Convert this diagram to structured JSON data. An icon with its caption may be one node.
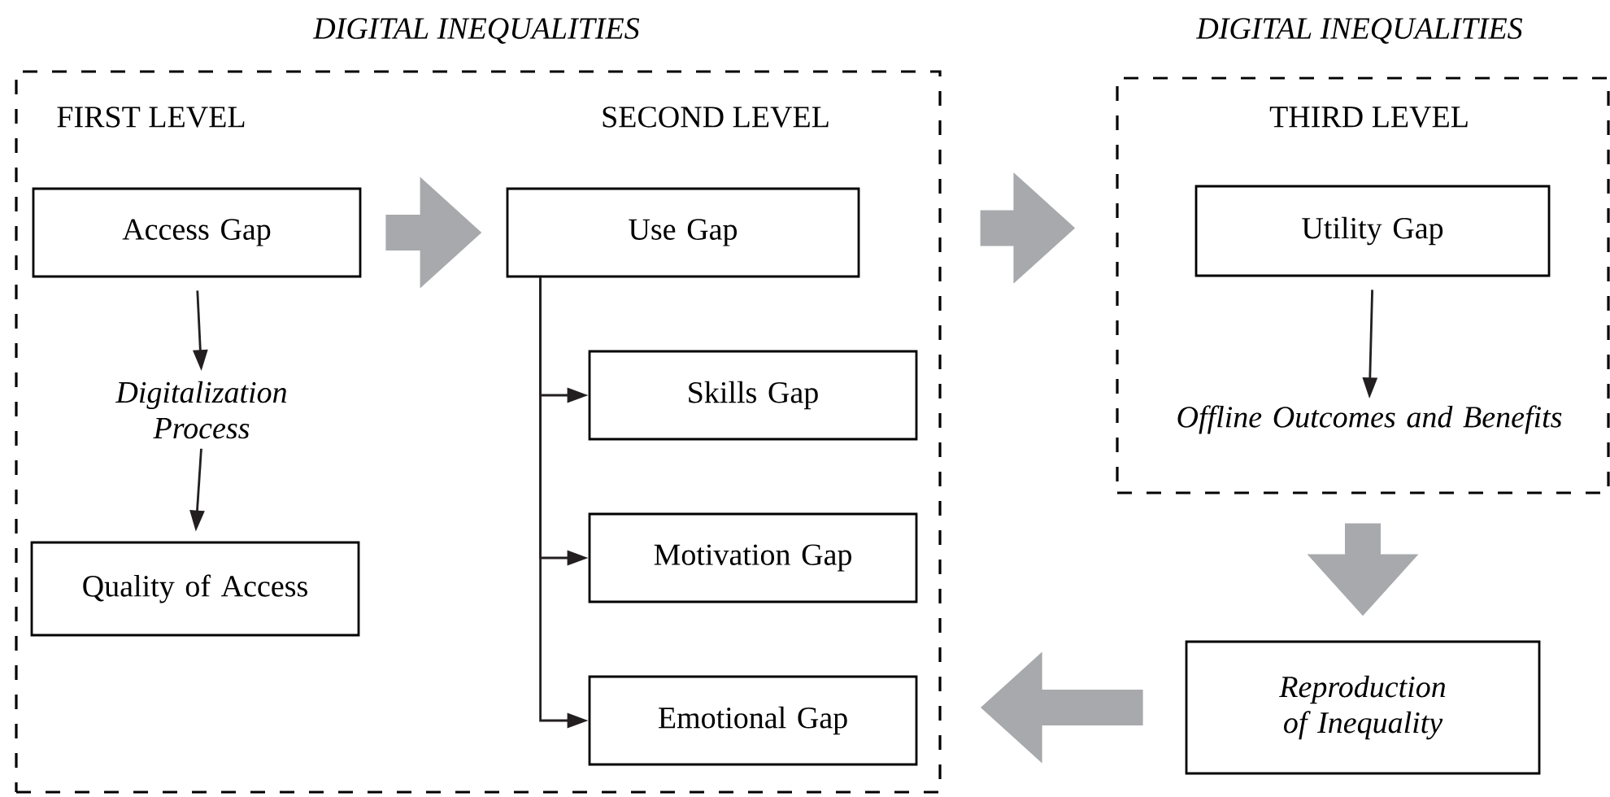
{
  "diagram": {
    "nodes": [
      {
        "text": [
          "DIGITAL INEQUALITIES",
          "FIRST LEVEL",
          "SECOND LEVEL"
        ]
      },
      {
        "text": [
          "Access Gap"
        ],
        "in": 0
      },
      {
        "text": [
          "Digitalization Process"
        ],
        "in": 0
      },
      {
        "text": [
          "Quality of Access"
        ],
        "in": 0
      },
      {
        "text": [
          "Use Gap"
        ],
        "in": 0
      },
      {
        "text": [
          "Skills Gap"
        ],
        "in": 0
      },
      {
        "text": [
          "Motivation Gap"
        ],
        "in": 0
      },
      {
        "text": [
          "Emotional Gap"
        ],
        "in": 0
      },
      {
        "text": [
          "DIGITAL INEQUALITIES",
          "THIRD LEVEL"
        ]
      },
      {
        "text": [
          "Utility Gap"
        ],
        "in": 8
      },
      {
        "text": [
          "Offline Outcomes and Benefits"
        ],
        "in": 8
      },
      {
        "text": [
          "Reproduction of Inequality"
        ]
      }
    ],
    "edges": [
      {
        "from": 1,
        "to": 2,
        "arrow": "to"
      },
      {
        "from": 2,
        "to": 3,
        "arrow": "to"
      },
      {
        "from": 1,
        "to": 4,
        "arrow": "to",
        "style": "thick",
        "color": "#a7a9ac"
      },
      {
        "from": 4,
        "to": 5,
        "arrow": "to"
      },
      {
        "from": 4,
        "to": 6,
        "arrow": "to"
      },
      {
        "from": 4,
        "to": 7,
        "arrow": "to"
      },
      {
        "from": 0,
        "to": 8,
        "arrow": "to",
        "style": "thick",
        "color": "#a7a9ac"
      },
      {
        "from": 9,
        "to": 10,
        "arrow": "to"
      },
      {
        "from": 8,
        "to": 11,
        "arrow": "to",
        "style": "thick",
        "color": "#a7a9ac"
      },
      {
        "from": 11,
        "to": 0,
        "arrow": "to",
        "style": "thick",
        "color": "#a7a9ac"
      }
    ]
  }
}
